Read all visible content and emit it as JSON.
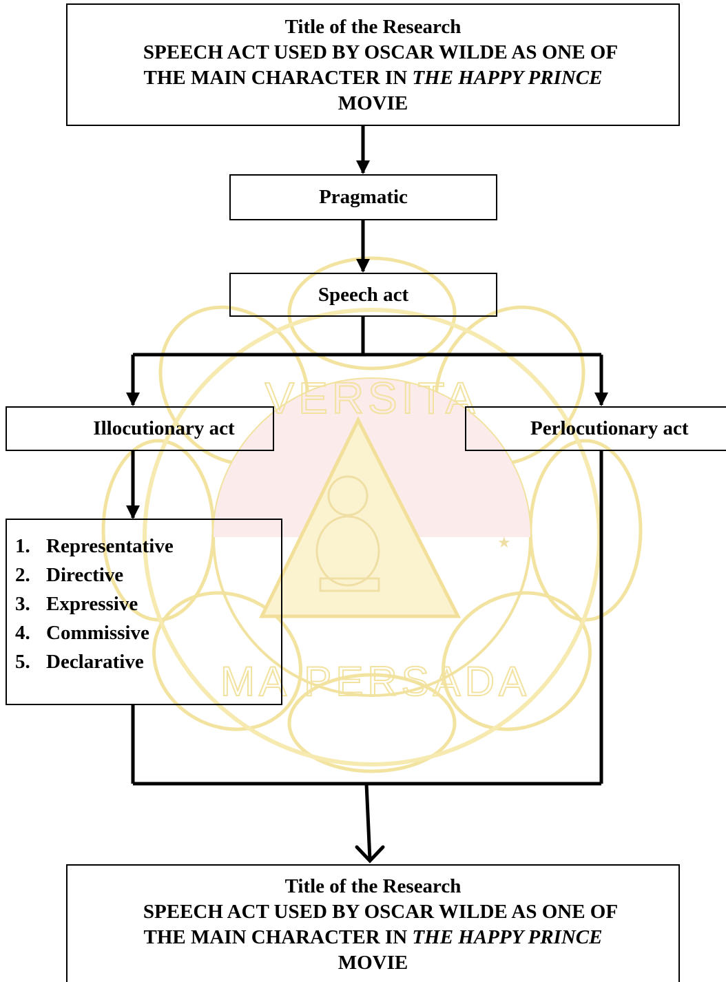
{
  "title_box_top": {
    "heading": "Title of the Research",
    "line1": "SPEECH ACT USED BY OSCAR WILDE AS ONE OF",
    "line2_prefix": "THE MAIN CHARACTER IN ",
    "line2_italic": "THE HAPPY PRINCE",
    "line3": "MOVIE"
  },
  "pragmatic": {
    "label": "Pragmatic"
  },
  "speech_act": {
    "label": "Speech act"
  },
  "illocutionary": {
    "label": "Illocutionary act"
  },
  "perlocutionary": {
    "label": "Perlocutionary act"
  },
  "illocutionary_types": [
    {
      "num": "1.",
      "label": "Representative"
    },
    {
      "num": "2.",
      "label": "Directive"
    },
    {
      "num": "3.",
      "label": "Expressive"
    },
    {
      "num": "4.",
      "label": "Commissive"
    },
    {
      "num": "5.",
      "label": "Declarative"
    }
  ],
  "title_box_bottom": {
    "heading": "Title of the Research",
    "line1": "SPEECH ACT USED BY OSCAR WILDE AS ONE OF",
    "line2_prefix": "THE MAIN CHARACTER IN ",
    "line2_italic": "THE HAPPY PRINCE",
    "line3": "MOVIE"
  },
  "watermark_seal": {
    "text_top": "UNIVERSITAS",
    "text_bottom": "DARMA PERSADA",
    "colors": {
      "petal": "#fdf3c4",
      "ring": "#f6e9a8",
      "triangle_red": "#fbe0e0",
      "triangle_yellow": "#fbf1c6"
    }
  },
  "colors": {
    "ink": "#000000",
    "background": "#ffffff"
  }
}
